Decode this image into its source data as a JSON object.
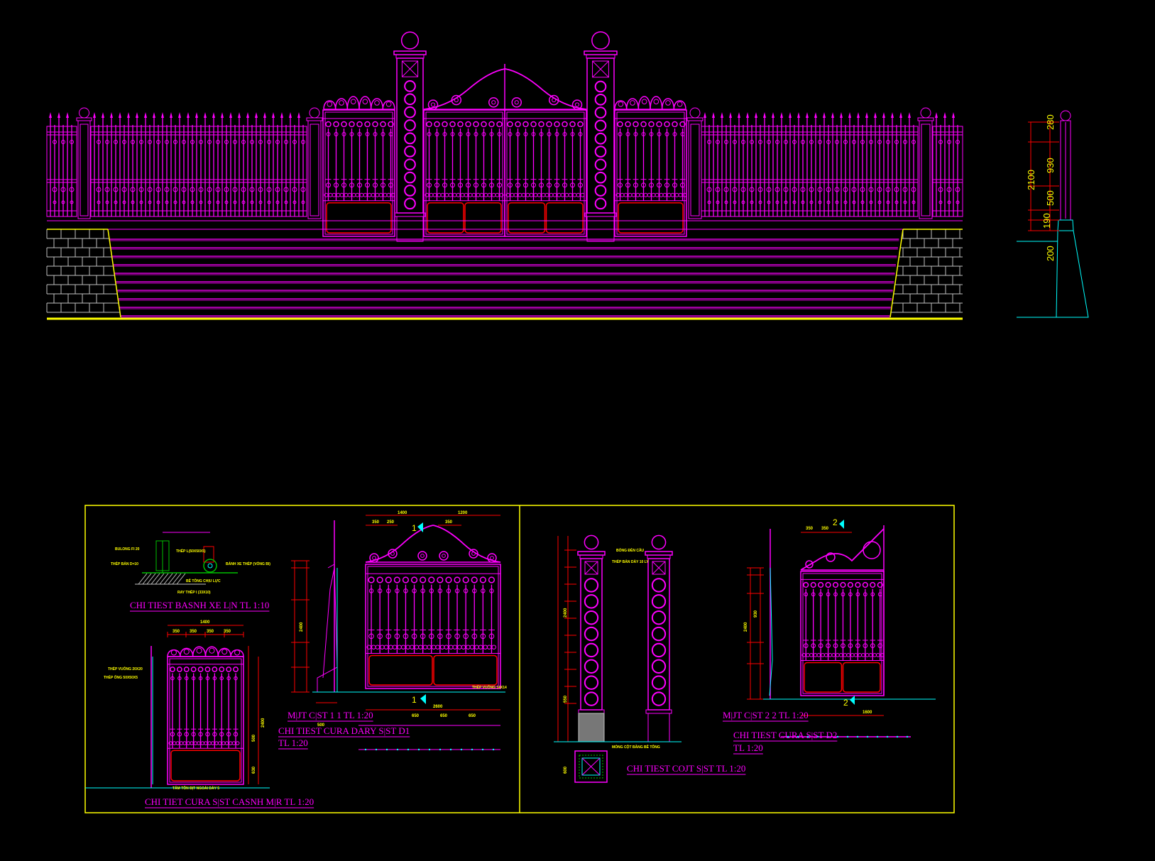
{
  "colors": {
    "background": "#000000",
    "geometry": "#ff00ff",
    "dimension_line": "#ff0000",
    "text": "#ffff00",
    "aux": "#00ffff",
    "frame": "#ffff00",
    "wheel": "#00c000",
    "brick": "#c0c0c0"
  },
  "side_elevation": {
    "dims": {
      "top": "280",
      "d930": "930",
      "total": "2100",
      "d500": "500",
      "d190": "190",
      "base": "200"
    }
  },
  "titles": {
    "wheel_detail": "CHI TIEST BASNH XE L|N TL 1:10",
    "small_gate": "CHI TIET CURA S|ST CASNH M|R TL 1:20",
    "section_1": "M|JT C|ST 1  1 TL 1:20",
    "sliding_gate_d1": "CHI TIEST CURA DARY S|ST D1",
    "sliding_gate_d1_scale": "TL 1:20",
    "pillar_detail": "CHI TIEST COJT S|ST TL 1:20",
    "section_2": "M|JT C|ST 2  2 TL 1:20",
    "gate_d2": "CHI TIEST CURA S|ST D2",
    "gate_d2_scale": "TL 1:20"
  },
  "section_marks": {
    "one": "1",
    "two": "2"
  },
  "dims": {
    "w1400": "1400",
    "w1200": "1200",
    "w350": "350",
    "w250": "250",
    "w2600": "2600",
    "w650": "650",
    "h2400": "2400",
    "h500": "500",
    "h630": "630",
    "h930": "930",
    "h350": "350",
    "h550": "550",
    "h600": "600",
    "w1600": "1600",
    "w500": "500"
  },
  "labels": {
    "l1": "THÉP L(50X50X5)",
    "l2": "BULONG FI 20",
    "l3": "THÉP BẢN D=10",
    "l4": "BÁNH XE THÉP (VÒNG BI)",
    "l5": "BÊ TÔNG CHỊU LỰC",
    "l6": "RAY THÉP I (33X10)",
    "l7": "THÉP VUÔNG 20X20",
    "l8": "THÉP ỐNG 50X50X5",
    "l9": "TẤM TÔN BỊT NGOÀI DÀY 5",
    "l10": "THÉP VUÔNG 14X14",
    "l11": "BÓNG ĐÈN CẦU",
    "l12": "THÉP BẢN DÀY 10 LY",
    "l13": "MÓNG CỘT BẰNG BÊ TÔNG"
  }
}
